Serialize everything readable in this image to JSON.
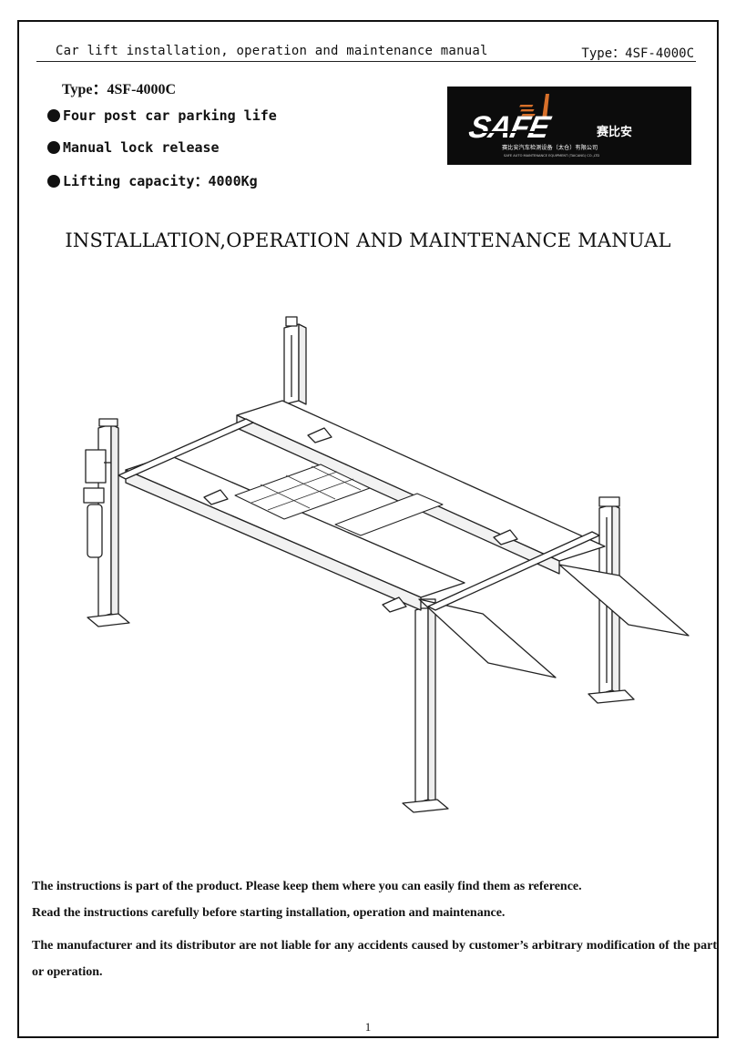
{
  "header": {
    "left": "Car lift installation, operation and maintenance manual",
    "right": "Type：4SF-4000C"
  },
  "type_line": "Type：4SF-4000C",
  "features": [
    "Four post car parking life",
    "Manual lock release",
    "Lifting capacity：4000Kg"
  ],
  "logo": {
    "brand": "SAFE",
    "cn_name": "赛比安",
    "subtitle": "赛比安汽车检测设备（太仓）有限公司",
    "subtitle_en": "SAFE AUTO MAINTENANCE EQUIPMENT (TAICANG) CO.,LTD",
    "colors": {
      "background": "#0c0c0c",
      "text": "#ffffff",
      "accent": "#d8702a"
    }
  },
  "main_title": "INSTALLATION,OPERATION AND MAINTENANCE MANUAL",
  "notes": [
    "The instructions is part of the product. Please keep them where you can easily find them as reference.",
    "Read the instructions carefully before starting installation, operation and maintenance.",
    "The manufacturer and its distributor are not liable for any accidents caused by customer’s arbitrary modification of the part or operation."
  ],
  "page_number": "1"
}
